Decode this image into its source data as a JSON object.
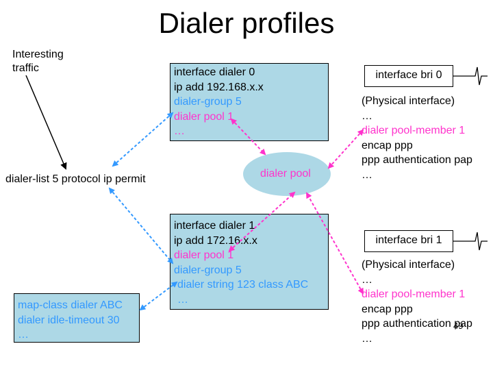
{
  "title": "Dialer profiles",
  "interesting_traffic": [
    "Interesting",
    "traffic"
  ],
  "dialer_list": "dialer-list 5 protocol ip permit",
  "dialer_pool_label": "dialer pool",
  "interface_dialer0": {
    "lines": [
      "interface dialer 0",
      "ip add 192.168.x.x",
      "dialer-group 5",
      "dialer pool 1",
      "…"
    ]
  },
  "interface_dialer1": {
    "lines": [
      "interface dialer 1",
      "ip add 172.16.x.x",
      "dialer pool 1",
      "dialer-group 5",
      "dialer string 123 class ABC",
      "…"
    ]
  },
  "map_class": {
    "lines": [
      "map-class dialer ABC",
      "dialer idle-timeout 30",
      "…"
    ]
  },
  "bri0": {
    "label": "interface bri 0",
    "lines": [
      "(Physical interface)",
      "…",
      "dialer pool-member 1",
      "encap ppp",
      "ppp authentication pap",
      "…"
    ]
  },
  "bri1": {
    "label": "interface bri 1",
    "lines": [
      "(Physical interface)",
      "…",
      "dialer pool-member 1",
      "encap ppp",
      "ppp authentication pap",
      "…"
    ]
  },
  "page_number": "49",
  "colors": {
    "box_fill": "#add8e6",
    "pink": "#ff33cc",
    "blue": "#3399ff"
  }
}
